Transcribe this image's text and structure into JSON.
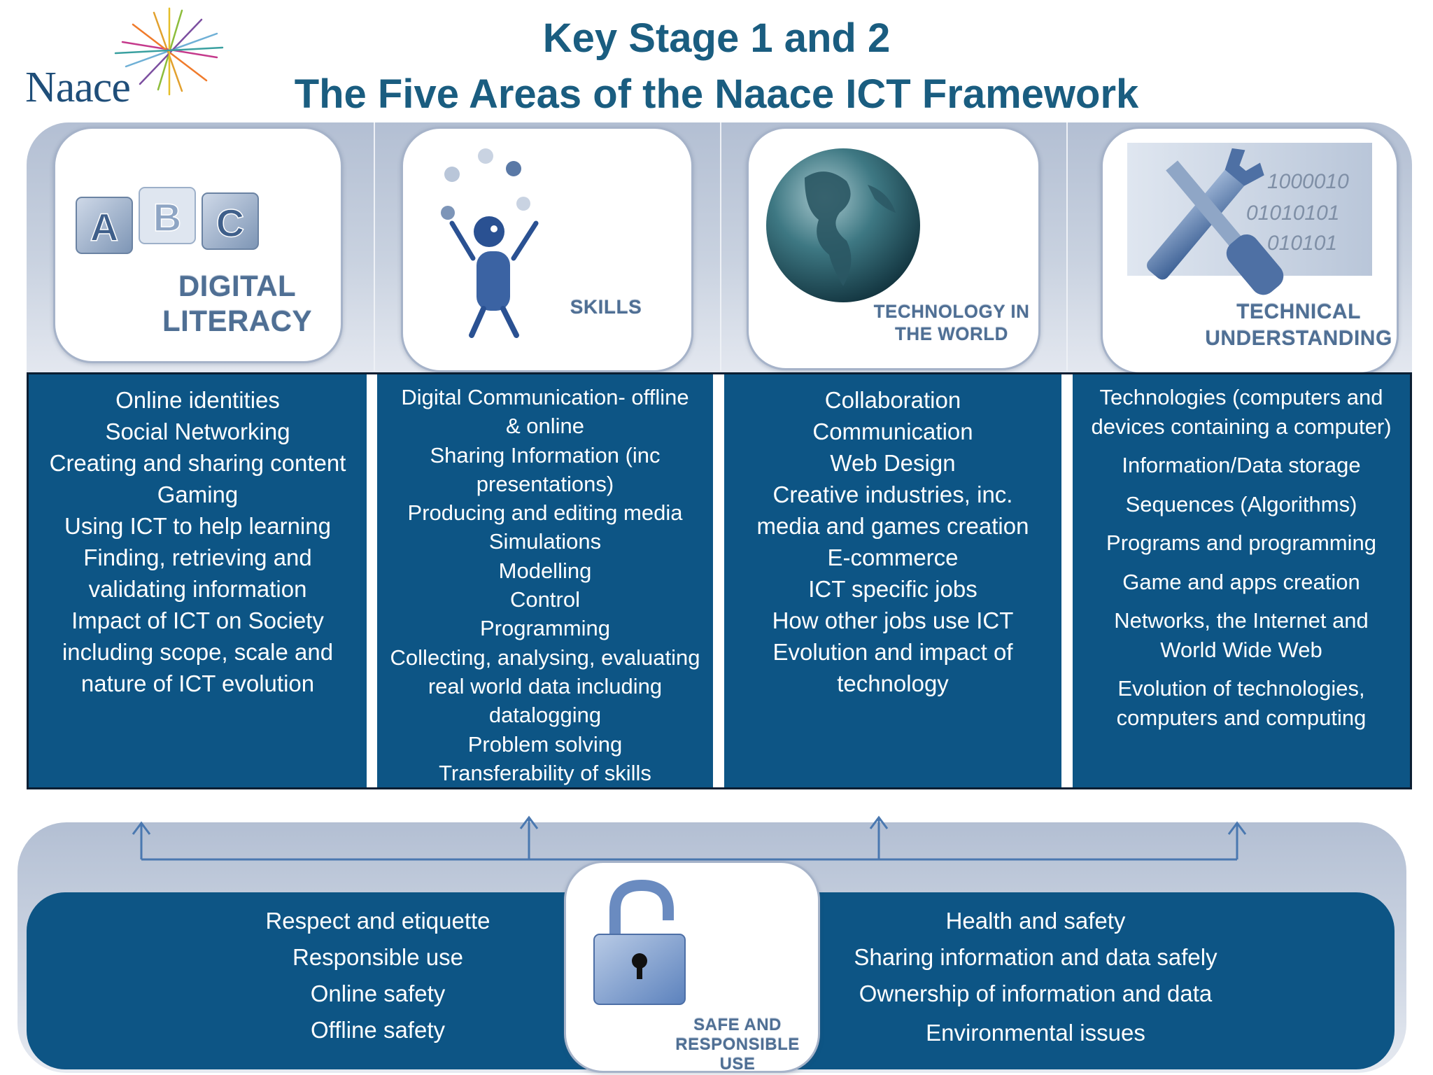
{
  "logo": {
    "text": "Naace"
  },
  "title": {
    "line1": "Key Stage 1 and 2",
    "line2": "The Five Areas of the Naace ICT Framework"
  },
  "areas": [
    {
      "label_lines": [
        "DIGITAL",
        "LITERACY"
      ],
      "image": "abc-blocks",
      "items": [
        "Online identities",
        "Social Networking",
        "Creating and sharing content",
        "Gaming",
        "Using ICT to help learning",
        "Finding, retrieving and",
        "validating information",
        "Impact of ICT on Society",
        "including scope, scale and",
        "nature of ICT evolution"
      ]
    },
    {
      "label_lines": [
        "SKILLS"
      ],
      "image": "juggler",
      "items": [
        "Digital Communication- offline",
        "& online",
        "Sharing Information (inc",
        "presentations)",
        "Producing and editing  media",
        "Simulations",
        "Modelling",
        "Control",
        "Programming",
        "Collecting, analysing, evaluating",
        "real  world data including",
        "datalogging",
        "Problem solving",
        "Transferability of skills"
      ]
    },
    {
      "label_lines": [
        "TECHNOLOGY IN",
        "THE WORLD"
      ],
      "image": "globe",
      "items": [
        "Collaboration",
        "Communication",
        "Web Design",
        "Creative industries, inc.",
        "media and games creation",
        "E-commerce",
        "ICT specific jobs",
        "How other jobs use ICT",
        "Evolution and impact of",
        "technology"
      ]
    },
    {
      "label_lines": [
        "TECHNICAL",
        "UNDERSTANDING"
      ],
      "image": "wrench-screwdriver-binary",
      "items": [
        "Technologies (computers and devices containing a computer)",
        "Information/Data storage",
        "Sequences (Algorithms)",
        "Programs and programming",
        "Game and apps creation",
        "Networks, the Internet and World Wide Web",
        "Evolution of technologies, computers and computing"
      ],
      "binary_text": [
        "1000010",
        "01010101",
        "010101"
      ]
    }
  ],
  "safe_area": {
    "label_lines": [
      "SAFE AND",
      "RESPONSIBLE USE"
    ],
    "image": "padlock-open",
    "left_items": [
      "Respect and etiquette",
      "Responsible use",
      "Online safety",
      "Offline safety"
    ],
    "right_items": [
      "Health and safety",
      "Sharing information and data safely",
      "Ownership of information and data",
      "Environmental issues"
    ]
  },
  "colors": {
    "title": "#1a5d80",
    "column_bg": "#0d5585",
    "band_grey": "#b3bfd3",
    "label_blue": "#4f6f94",
    "arrow": "#4a78b0"
  }
}
